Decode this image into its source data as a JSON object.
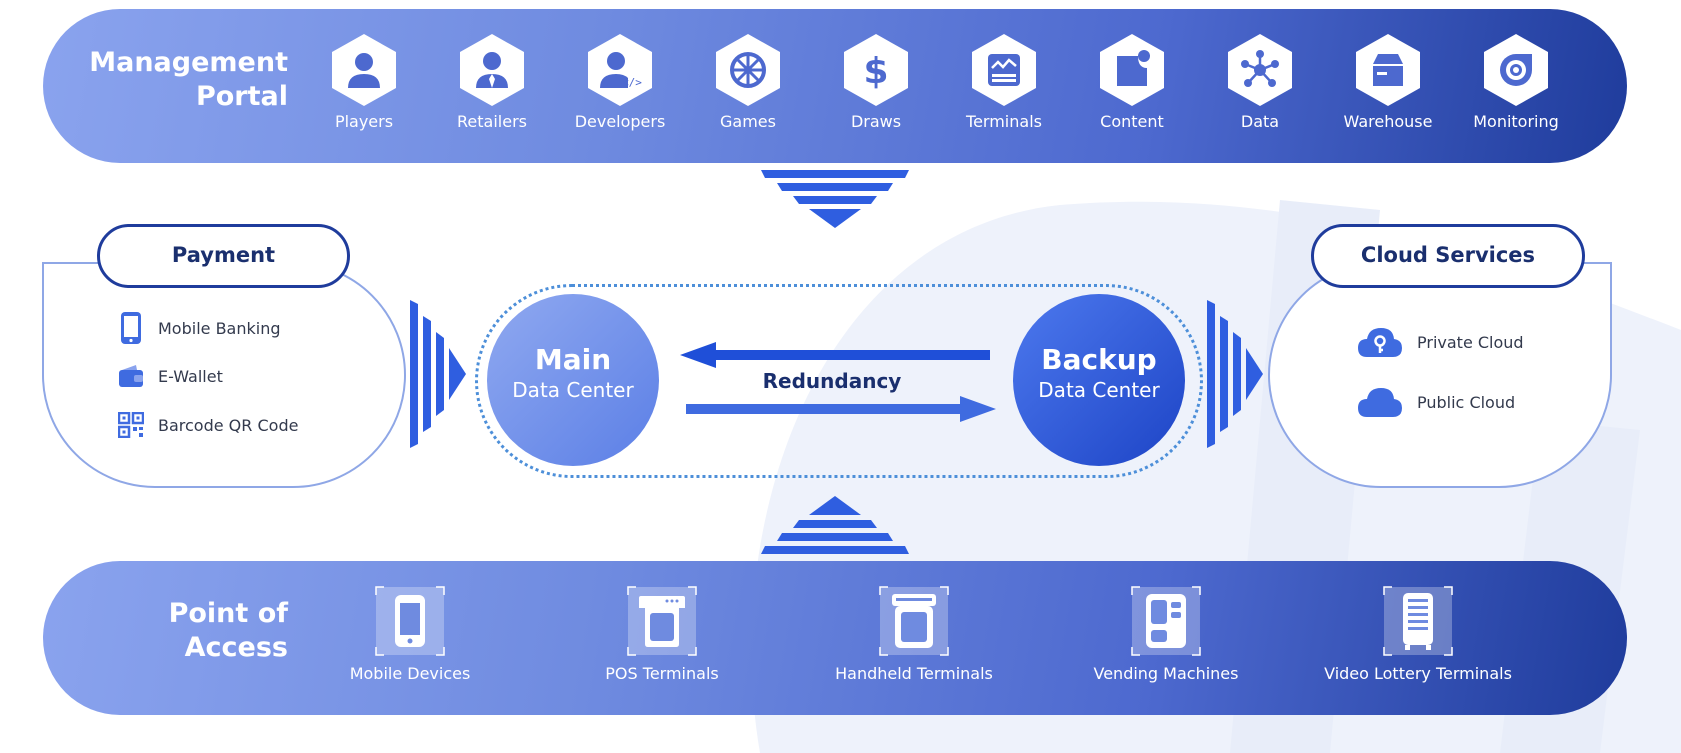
{
  "colors": {
    "band_light": "#8aa3ee",
    "band_dark": "#1f3c9c",
    "accent": "#3f6be0",
    "navy": "#1a2f6e"
  },
  "management_portal": {
    "title_line1": "Management",
    "title_line2": "Portal",
    "items": [
      {
        "label": "Players",
        "icon": "user-icon"
      },
      {
        "label": "Retailers",
        "icon": "retailer-icon"
      },
      {
        "label": "Developers",
        "icon": "developer-icon"
      },
      {
        "label": "Games",
        "icon": "wheel-icon"
      },
      {
        "label": "Draws",
        "icon": "dollar-icon"
      },
      {
        "label": "Terminals",
        "icon": "terminal-icon"
      },
      {
        "label": "Content",
        "icon": "content-icon"
      },
      {
        "label": "Data",
        "icon": "network-icon"
      },
      {
        "label": "Warehouse",
        "icon": "box-icon"
      },
      {
        "label": "Monitoring",
        "icon": "monitoring-icon"
      }
    ]
  },
  "payment": {
    "title": "Payment",
    "items": [
      {
        "label": "Mobile Banking",
        "icon": "phone-icon"
      },
      {
        "label": "E-Wallet",
        "icon": "wallet-icon"
      },
      {
        "label": "Barcode QR Code",
        "icon": "qr-icon"
      }
    ]
  },
  "data_centers": {
    "main_big": "Main",
    "main_small": "Data Center",
    "backup_big": "Backup",
    "backup_small": "Data Center",
    "link_label": "Redundancy"
  },
  "cloud_services": {
    "title": "Cloud Services",
    "items": [
      {
        "label": "Private Cloud",
        "icon": "private-cloud-icon"
      },
      {
        "label": "Public Cloud",
        "icon": "public-cloud-icon"
      }
    ]
  },
  "point_of_access": {
    "title_line1": "Point of",
    "title_line2": "Access",
    "items": [
      {
        "label": "Mobile Devices",
        "icon": "mobile-device-icon"
      },
      {
        "label": "POS Terminals",
        "icon": "pos-terminal-icon"
      },
      {
        "label": "Handheld Terminals",
        "icon": "handheld-terminal-icon"
      },
      {
        "label": "Vending Machines",
        "icon": "vending-machine-icon"
      },
      {
        "label": "Video Lottery Terminals",
        "icon": "video-lottery-terminal-icon"
      }
    ]
  }
}
